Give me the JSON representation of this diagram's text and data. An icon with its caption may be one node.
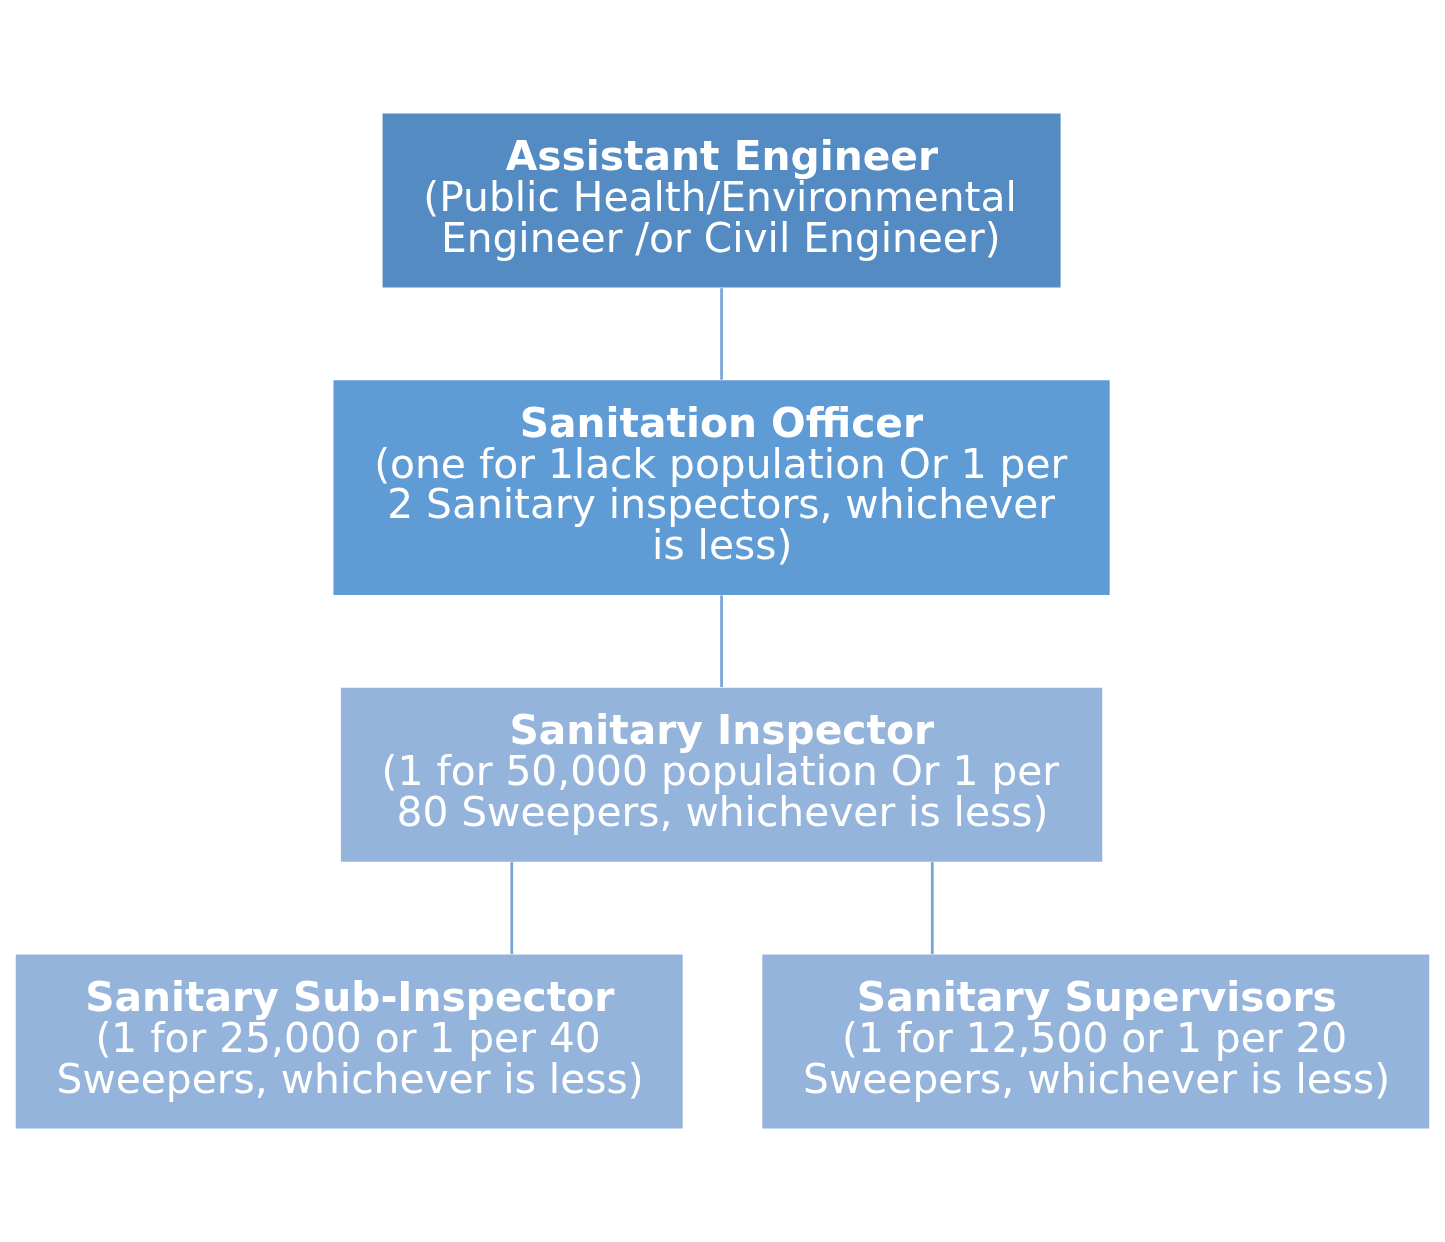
{
  "diagram": {
    "nodes": [
      {
        "text": [
          "Assistant Engineer",
          "(Public Health/Environmental Engineer /or Civil Engineer)"
        ]
      },
      {
        "text": [
          "Sanitation Officer",
          "(one for 1lack population Or 1 per 2 Sanitary inspectors, whichever is less)"
        ]
      },
      {
        "text": [
          "Sanitary Inspector",
          "(1 for 50,000 population Or 1 per 80 Sweepers, whichever is less)"
        ]
      },
      {
        "text": [
          "Sanitary Sub-Inspector",
          "(1 for 25,000 or 1 per 40 Sweepers, whichever is less)"
        ]
      },
      {
        "text": [
          "Sanitary Supervisors",
          "(1 for 12,500 or 1 per 20 Sweepers, whichever is less)"
        ]
      }
    ],
    "edges": [
      {
        "from": 0,
        "to": 1,
        "arrow": "none"
      },
      {
        "from": 1,
        "to": 2,
        "arrow": "none"
      },
      {
        "from": 2,
        "to": 3,
        "arrow": "none"
      },
      {
        "from": 2,
        "to": 4,
        "arrow": "none"
      }
    ]
  }
}
